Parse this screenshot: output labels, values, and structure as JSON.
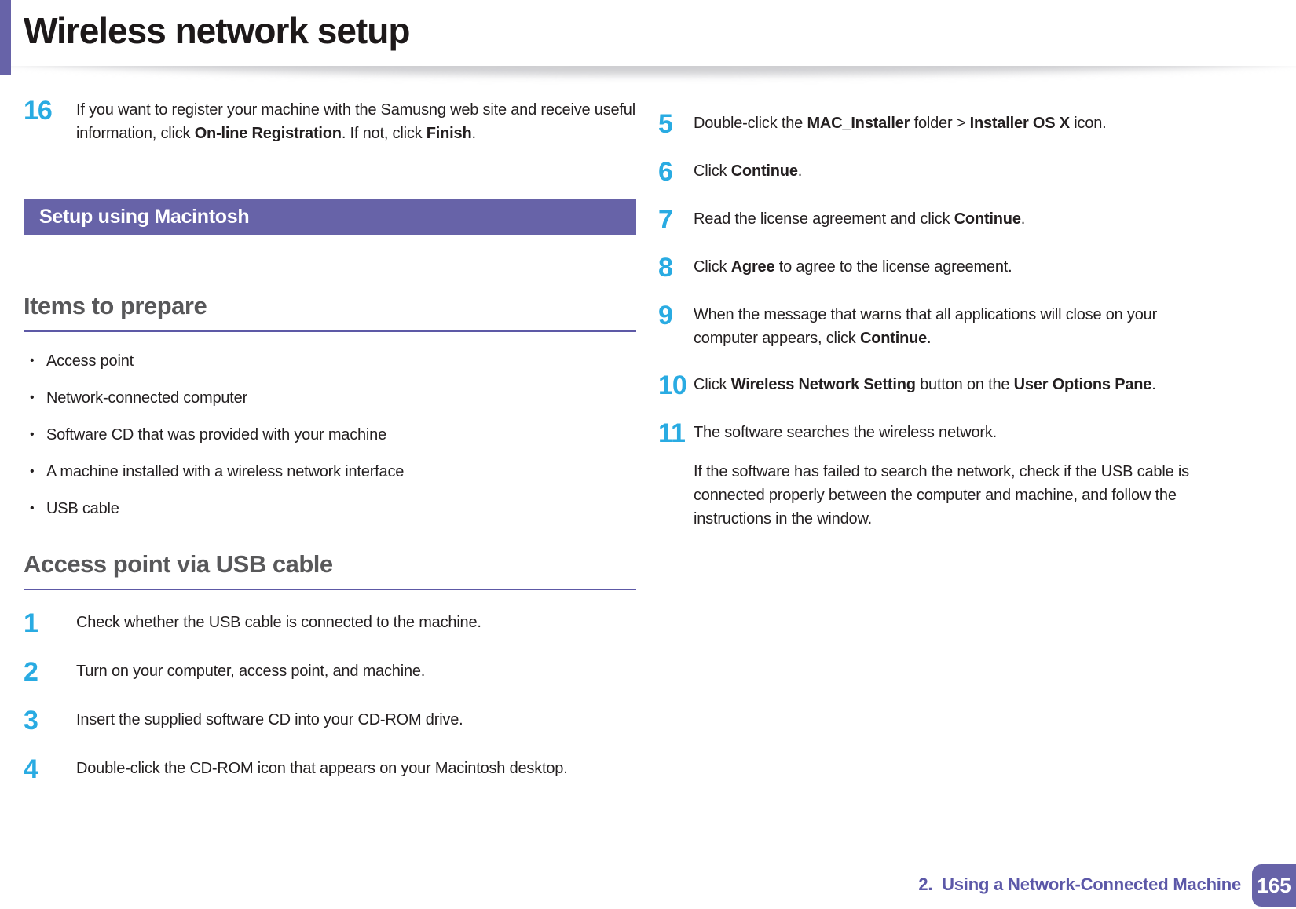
{
  "header": {
    "title": "Wireless network setup"
  },
  "footer": {
    "chapter": "2.  Using a Network-Connected Machine",
    "page_number": "165"
  },
  "colors": {
    "accent_purple": "#6763A8",
    "step_number_cyan": "#29ABE2",
    "heading_gray": "#58585A",
    "rule_purple": "#5D59A6",
    "body_text": "#231F20"
  },
  "left_column": {
    "intro_step": {
      "number": "16",
      "paragraphs": [
        [
          {
            "text": "If you want to register your machine with the Samusng web site and receive useful information, click "
          },
          {
            "text": "On-line Registration",
            "bold": true
          },
          {
            "text": ". If not, click "
          },
          {
            "text": "Finish",
            "bold": true
          },
          {
            "text": "."
          }
        ]
      ]
    },
    "banner": "Setup using Macintosh",
    "items_heading": "Items to prepare",
    "bullets": [
      "Access point",
      "Network-connected computer",
      "Software CD that was provided with your machine",
      "A machine installed with a wireless network interface",
      "USB cable"
    ],
    "usb_heading": "Access point via USB cable",
    "steps": [
      {
        "number": "1",
        "paragraphs": [
          [
            {
              "text": "Check whether the USB cable is connected to the machine."
            }
          ]
        ]
      },
      {
        "number": "2",
        "paragraphs": [
          [
            {
              "text": "Turn on your computer, access point, and machine."
            }
          ]
        ]
      },
      {
        "number": "3",
        "paragraphs": [
          [
            {
              "text": "Insert the supplied software CD into your CD-ROM drive."
            }
          ]
        ]
      },
      {
        "number": "4",
        "paragraphs": [
          [
            {
              "text": "Double-click the CD-ROM icon that appears on your Macintosh desktop."
            }
          ]
        ]
      }
    ]
  },
  "right_column": {
    "steps": [
      {
        "number": "5",
        "paragraphs": [
          [
            {
              "text": "Double-click the "
            },
            {
              "text": "MAC_Installer",
              "bold": true
            },
            {
              "text": " folder > "
            },
            {
              "text": "Installer OS X",
              "bold": true
            },
            {
              "text": " icon."
            }
          ]
        ]
      },
      {
        "number": "6",
        "paragraphs": [
          [
            {
              "text": "Click "
            },
            {
              "text": "Continue",
              "bold": true
            },
            {
              "text": "."
            }
          ]
        ]
      },
      {
        "number": "7",
        "paragraphs": [
          [
            {
              "text": "Read the license agreement and click "
            },
            {
              "text": "Continue",
              "bold": true
            },
            {
              "text": "."
            }
          ]
        ]
      },
      {
        "number": "8",
        "paragraphs": [
          [
            {
              "text": "Click "
            },
            {
              "text": "Agree",
              "bold": true
            },
            {
              "text": " to agree to the license agreement."
            }
          ]
        ]
      },
      {
        "number": "9",
        "paragraphs": [
          [
            {
              "text": "When the message that warns that all applications will close on your computer appears, click "
            },
            {
              "text": "Continue",
              "bold": true
            },
            {
              "text": "."
            }
          ]
        ]
      },
      {
        "number": "10",
        "paragraphs": [
          [
            {
              "text": "Click "
            },
            {
              "text": "Wireless Network Setting",
              "bold": true
            },
            {
              "text": " button on the "
            },
            {
              "text": "User Options Pane",
              "bold": true
            },
            {
              "text": "."
            }
          ]
        ]
      },
      {
        "number": "11",
        "paragraphs": [
          [
            {
              "text": "The software searches the wireless network."
            }
          ],
          [
            {
              "text": "If the software has failed to search the network, check if the USB cable is connected properly between the computer and machine, and follow the instructions in the window."
            }
          ]
        ]
      }
    ]
  }
}
